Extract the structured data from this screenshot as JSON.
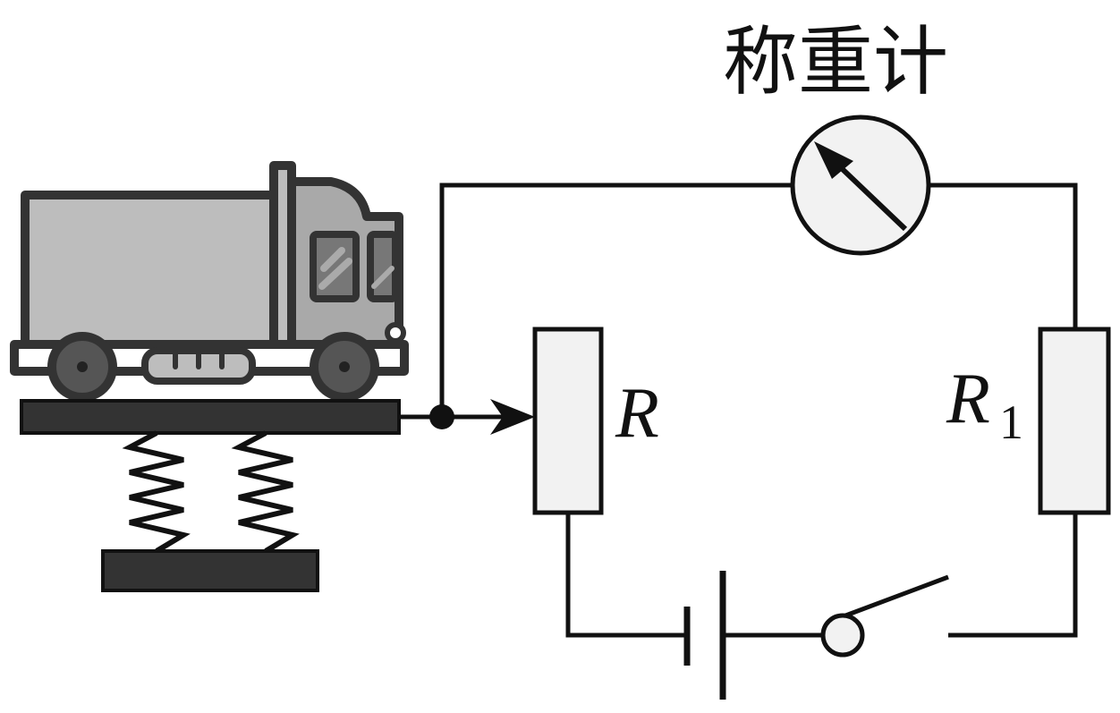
{
  "labels": {
    "meter": "称重计",
    "rheostat": "R",
    "fixed_resistor": "R",
    "fixed_resistor_subscript": "1"
  },
  "colors": {
    "line": "#111111",
    "component_fill": "#f2f2f2",
    "truck_body": "#bdbdbd",
    "truck_cab": "#a9a9a9",
    "platform": "#333333"
  }
}
